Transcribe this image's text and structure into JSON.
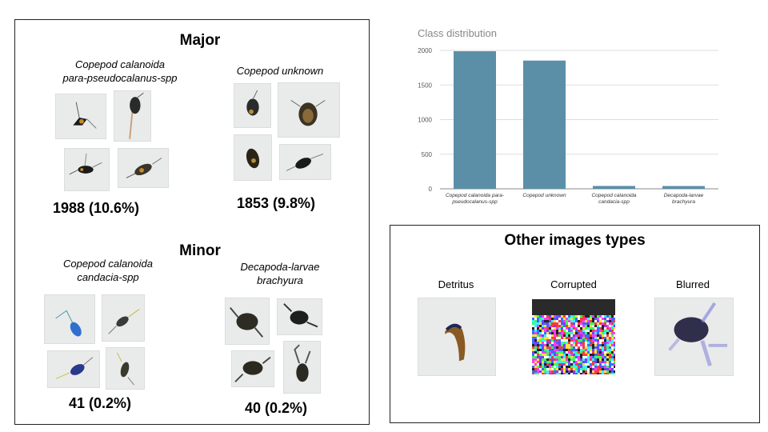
{
  "major": {
    "heading": "Major",
    "classes": [
      {
        "name_line1": "Copepod calanoida",
        "name_line2": "para-pseudocalanus-spp",
        "count": "1988 (10.6%)"
      },
      {
        "name_line1": "Copepod unknown",
        "name_line2": "",
        "count": "1853 (9.8%)"
      }
    ]
  },
  "minor": {
    "heading": "Minor",
    "classes": [
      {
        "name_line1": "Copepod calanoida",
        "name_line2": "candacia-spp",
        "count": "41 (0.2%)"
      },
      {
        "name_line1": "Decapoda-larvae",
        "name_line2": "brachyura",
        "count": "40 (0.2%)"
      }
    ]
  },
  "other": {
    "heading": "Other images types",
    "types": [
      {
        "label": "Detritus",
        "icon": "detritus-image"
      },
      {
        "label": "Corrupted",
        "icon": "corrupted-image"
      },
      {
        "label": "Blurred",
        "icon": "blurred-image"
      }
    ]
  },
  "chart_data": {
    "type": "bar",
    "title": "Class distribution",
    "categories": [
      "Copepod calanoida para-pseudocalanus-spp",
      "Copepod unknown",
      "Copepod calanoida candacia-spp",
      "Decapoda-larvae brachyura"
    ],
    "category_lines": [
      [
        "Copepod calanoida para-",
        "pseudocalanus-spp"
      ],
      [
        "Copepod unknown"
      ],
      [
        "Copepod calanoida",
        "candacia-spp"
      ],
      [
        "Decapoda-larvae",
        "brachyura"
      ]
    ],
    "values": [
      1988,
      1853,
      41,
      40
    ],
    "ylim": [
      0,
      2000
    ],
    "yticks": [
      0,
      500,
      1000,
      1500,
      2000
    ],
    "grid": true,
    "bar_color": "#5b8fa8",
    "xlabel": "",
    "ylabel": ""
  }
}
